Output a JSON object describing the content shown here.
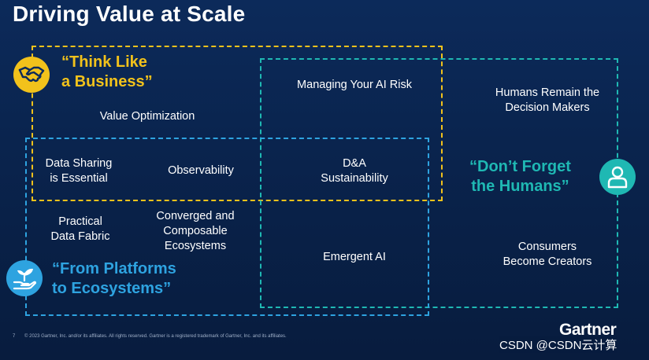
{
  "title": "Driving Value at Scale",
  "colors": {
    "business": "#f2c21b",
    "humans": "#1fb8b3",
    "platforms": "#2ea3e0",
    "background": "#0a2149"
  },
  "themes": {
    "business": {
      "line1": "“Think Like",
      "line2": "a Business”",
      "icon": "handshake-icon"
    },
    "humans": {
      "line1": "“Don’t Forget",
      "line2": "the Humans”",
      "icon": "person-icon"
    },
    "platforms": {
      "line1": "“From Platforms",
      "line2": "to Ecosystems”",
      "icon": "seedling-hand-icon"
    }
  },
  "trends": {
    "managing_ai_risk": "Managing Your AI Risk",
    "value_optimization": "Value Optimization",
    "humans_decision_1": "Humans Remain the",
    "humans_decision_2": "Decision Makers",
    "data_sharing_1": "Data Sharing",
    "data_sharing_2": "is Essential",
    "observability": "Observability",
    "da_sustainability_1": "D&A",
    "da_sustainability_2": "Sustainability",
    "practical_fabric_1": "Practical",
    "practical_fabric_2": "Data Fabric",
    "converged_1": "Converged and",
    "converged_2": "Composable",
    "converged_3": "Ecosystems",
    "emergent_ai": "Emergent AI",
    "consumers_1": "Consumers",
    "consumers_2": "Become Creators"
  },
  "footer": {
    "page_number": "7",
    "copyright": "© 2023 Gartner, Inc. and/or its affiliates. All rights reserved. Gartner is a registered trademark of Gartner, Inc. and its affiliates."
  },
  "logo": "Gartner",
  "watermark": "CSDN @CSDN云计算"
}
